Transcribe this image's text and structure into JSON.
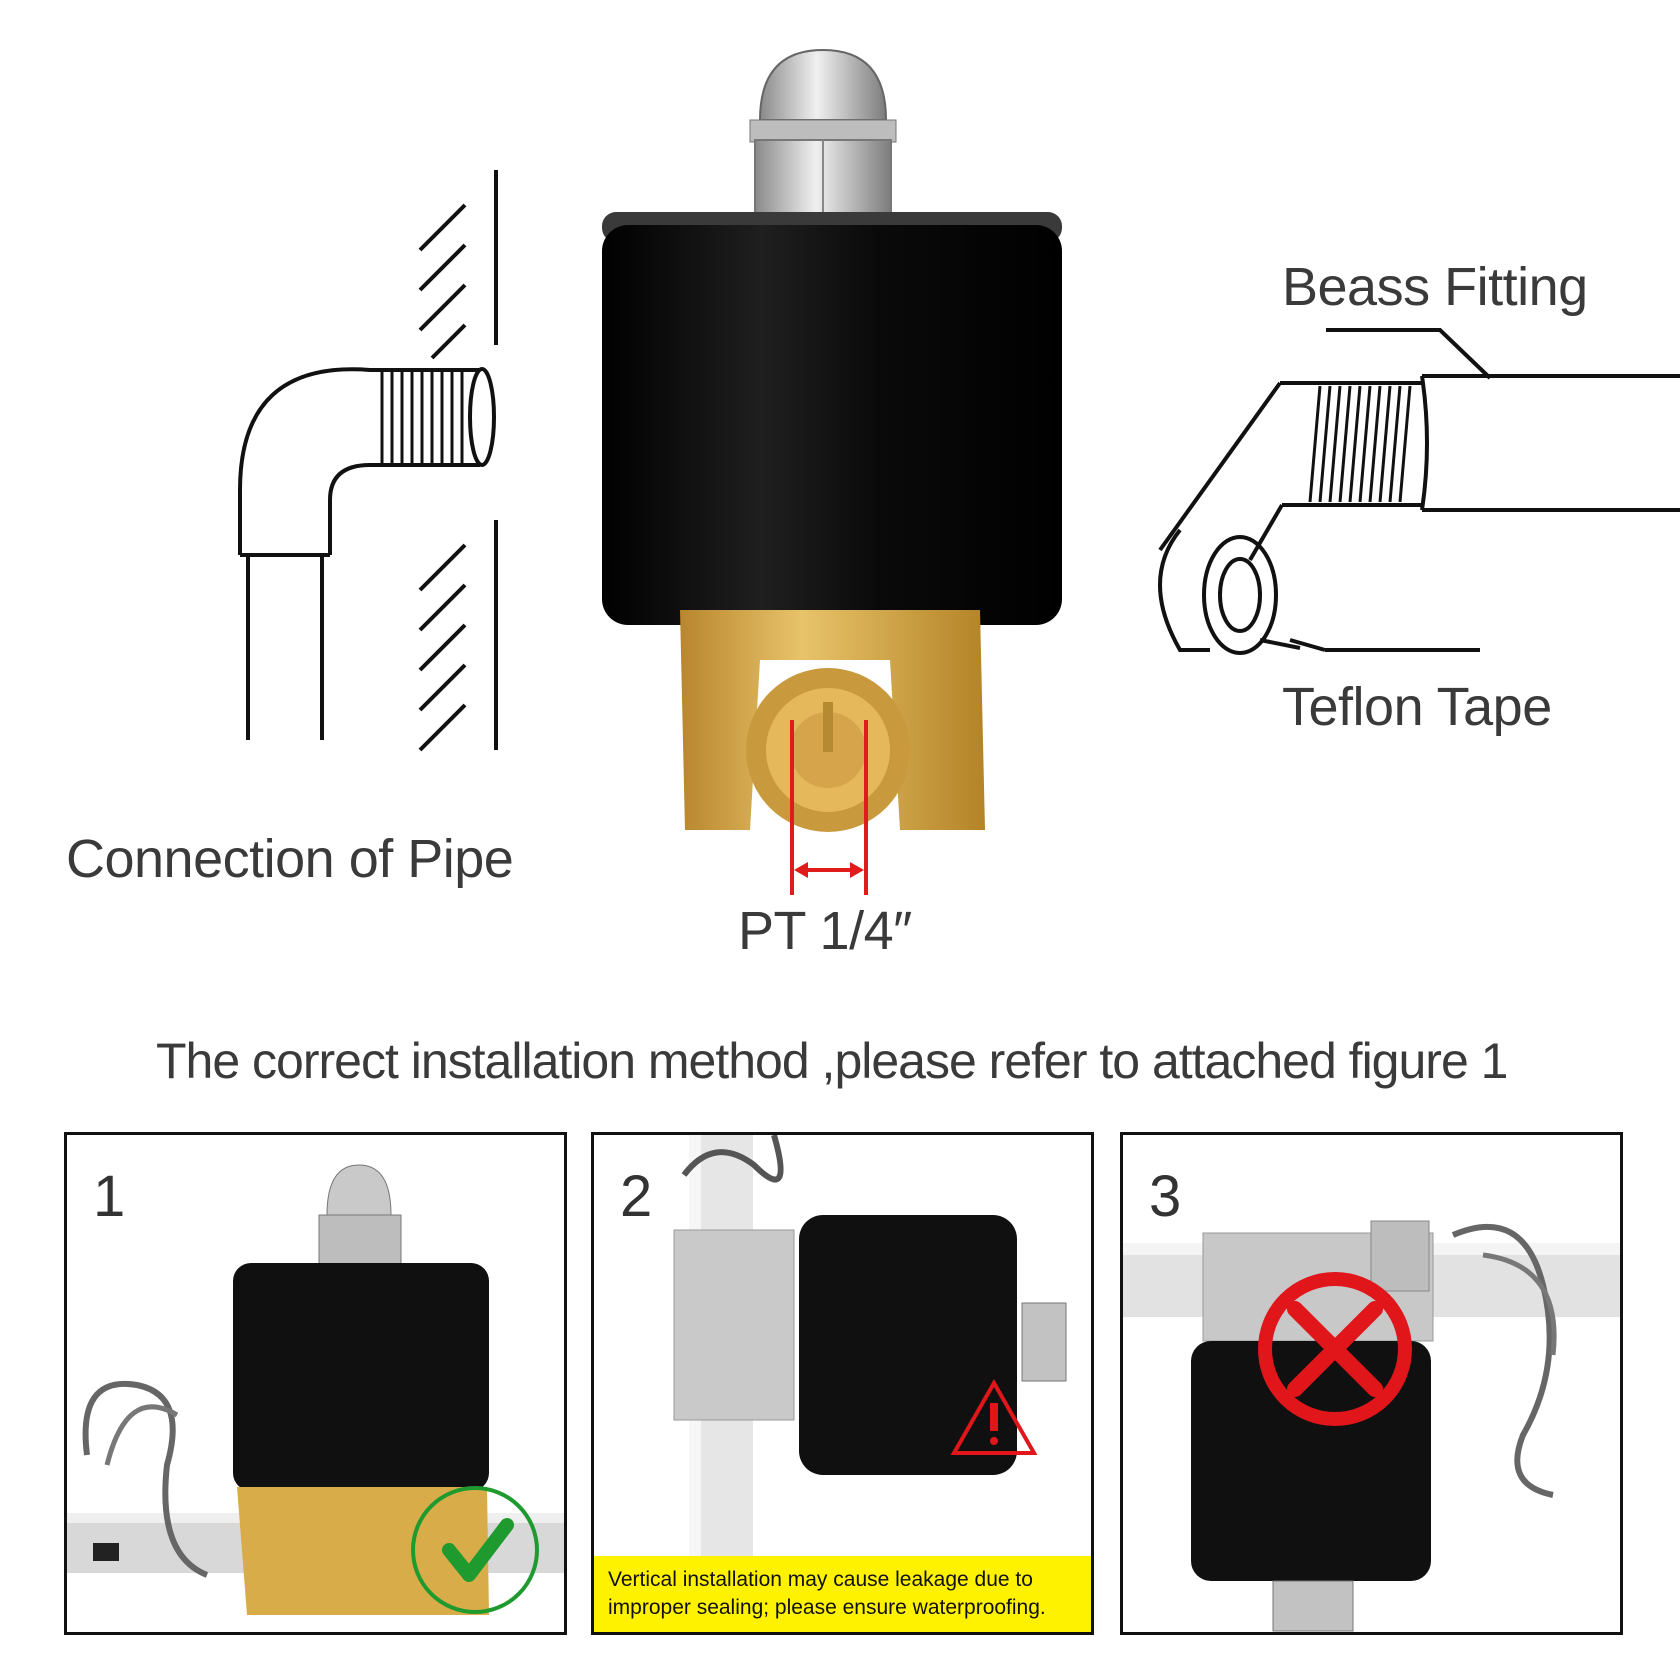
{
  "labels": {
    "connection_of_pipe": "Connection of Pipe",
    "beass_fitting": "Beass Fitting",
    "teflon_tape": "Teflon Tape",
    "pt_size": "PT 1/4″",
    "installation_heading": "The correct installation method ,please refer to attached figure 1"
  },
  "panels": [
    {
      "number": "1",
      "status": "correct",
      "icon": "check-circle-icon"
    },
    {
      "number": "2",
      "status": "warning",
      "icon": "warning-triangle-icon",
      "warning_line1": "Vertical installation may cause leakage due to",
      "warning_line2": "improper sealing; please ensure waterproofing."
    },
    {
      "number": "3",
      "status": "wrong",
      "icon": "red-x-circle-icon"
    }
  ],
  "colors": {
    "valve_body": "#111111",
    "brass": "#d9ac4a",
    "dimension_line": "#e01b1b",
    "check_green": "#1e9a2e",
    "cross_red": "#e0161b",
    "warning_yellow": "#fff200"
  }
}
